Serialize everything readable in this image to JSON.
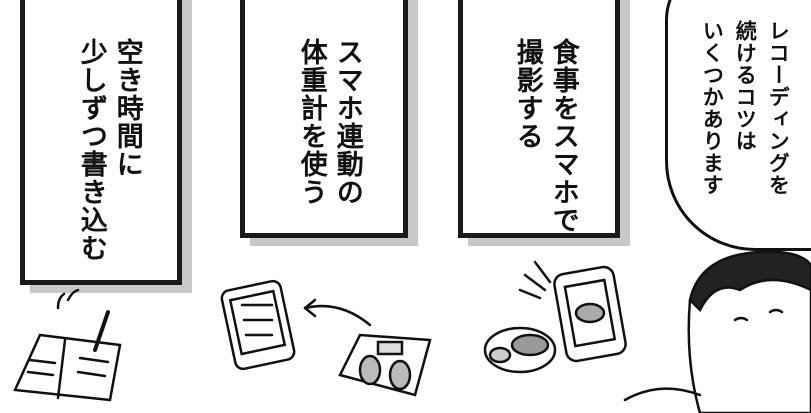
{
  "panels": [
    {
      "lines": [
        "空き時間に",
        "少しずつ書き込む"
      ]
    },
    {
      "lines": [
        "スマホ連動の",
        "体重計を使う"
      ]
    },
    {
      "lines": [
        "食事をスマホで",
        "撮影する"
      ]
    }
  ],
  "speech_bubble": {
    "lines": [
      "レコーディングを",
      "続けるコツは",
      "いくつかあります"
    ]
  }
}
